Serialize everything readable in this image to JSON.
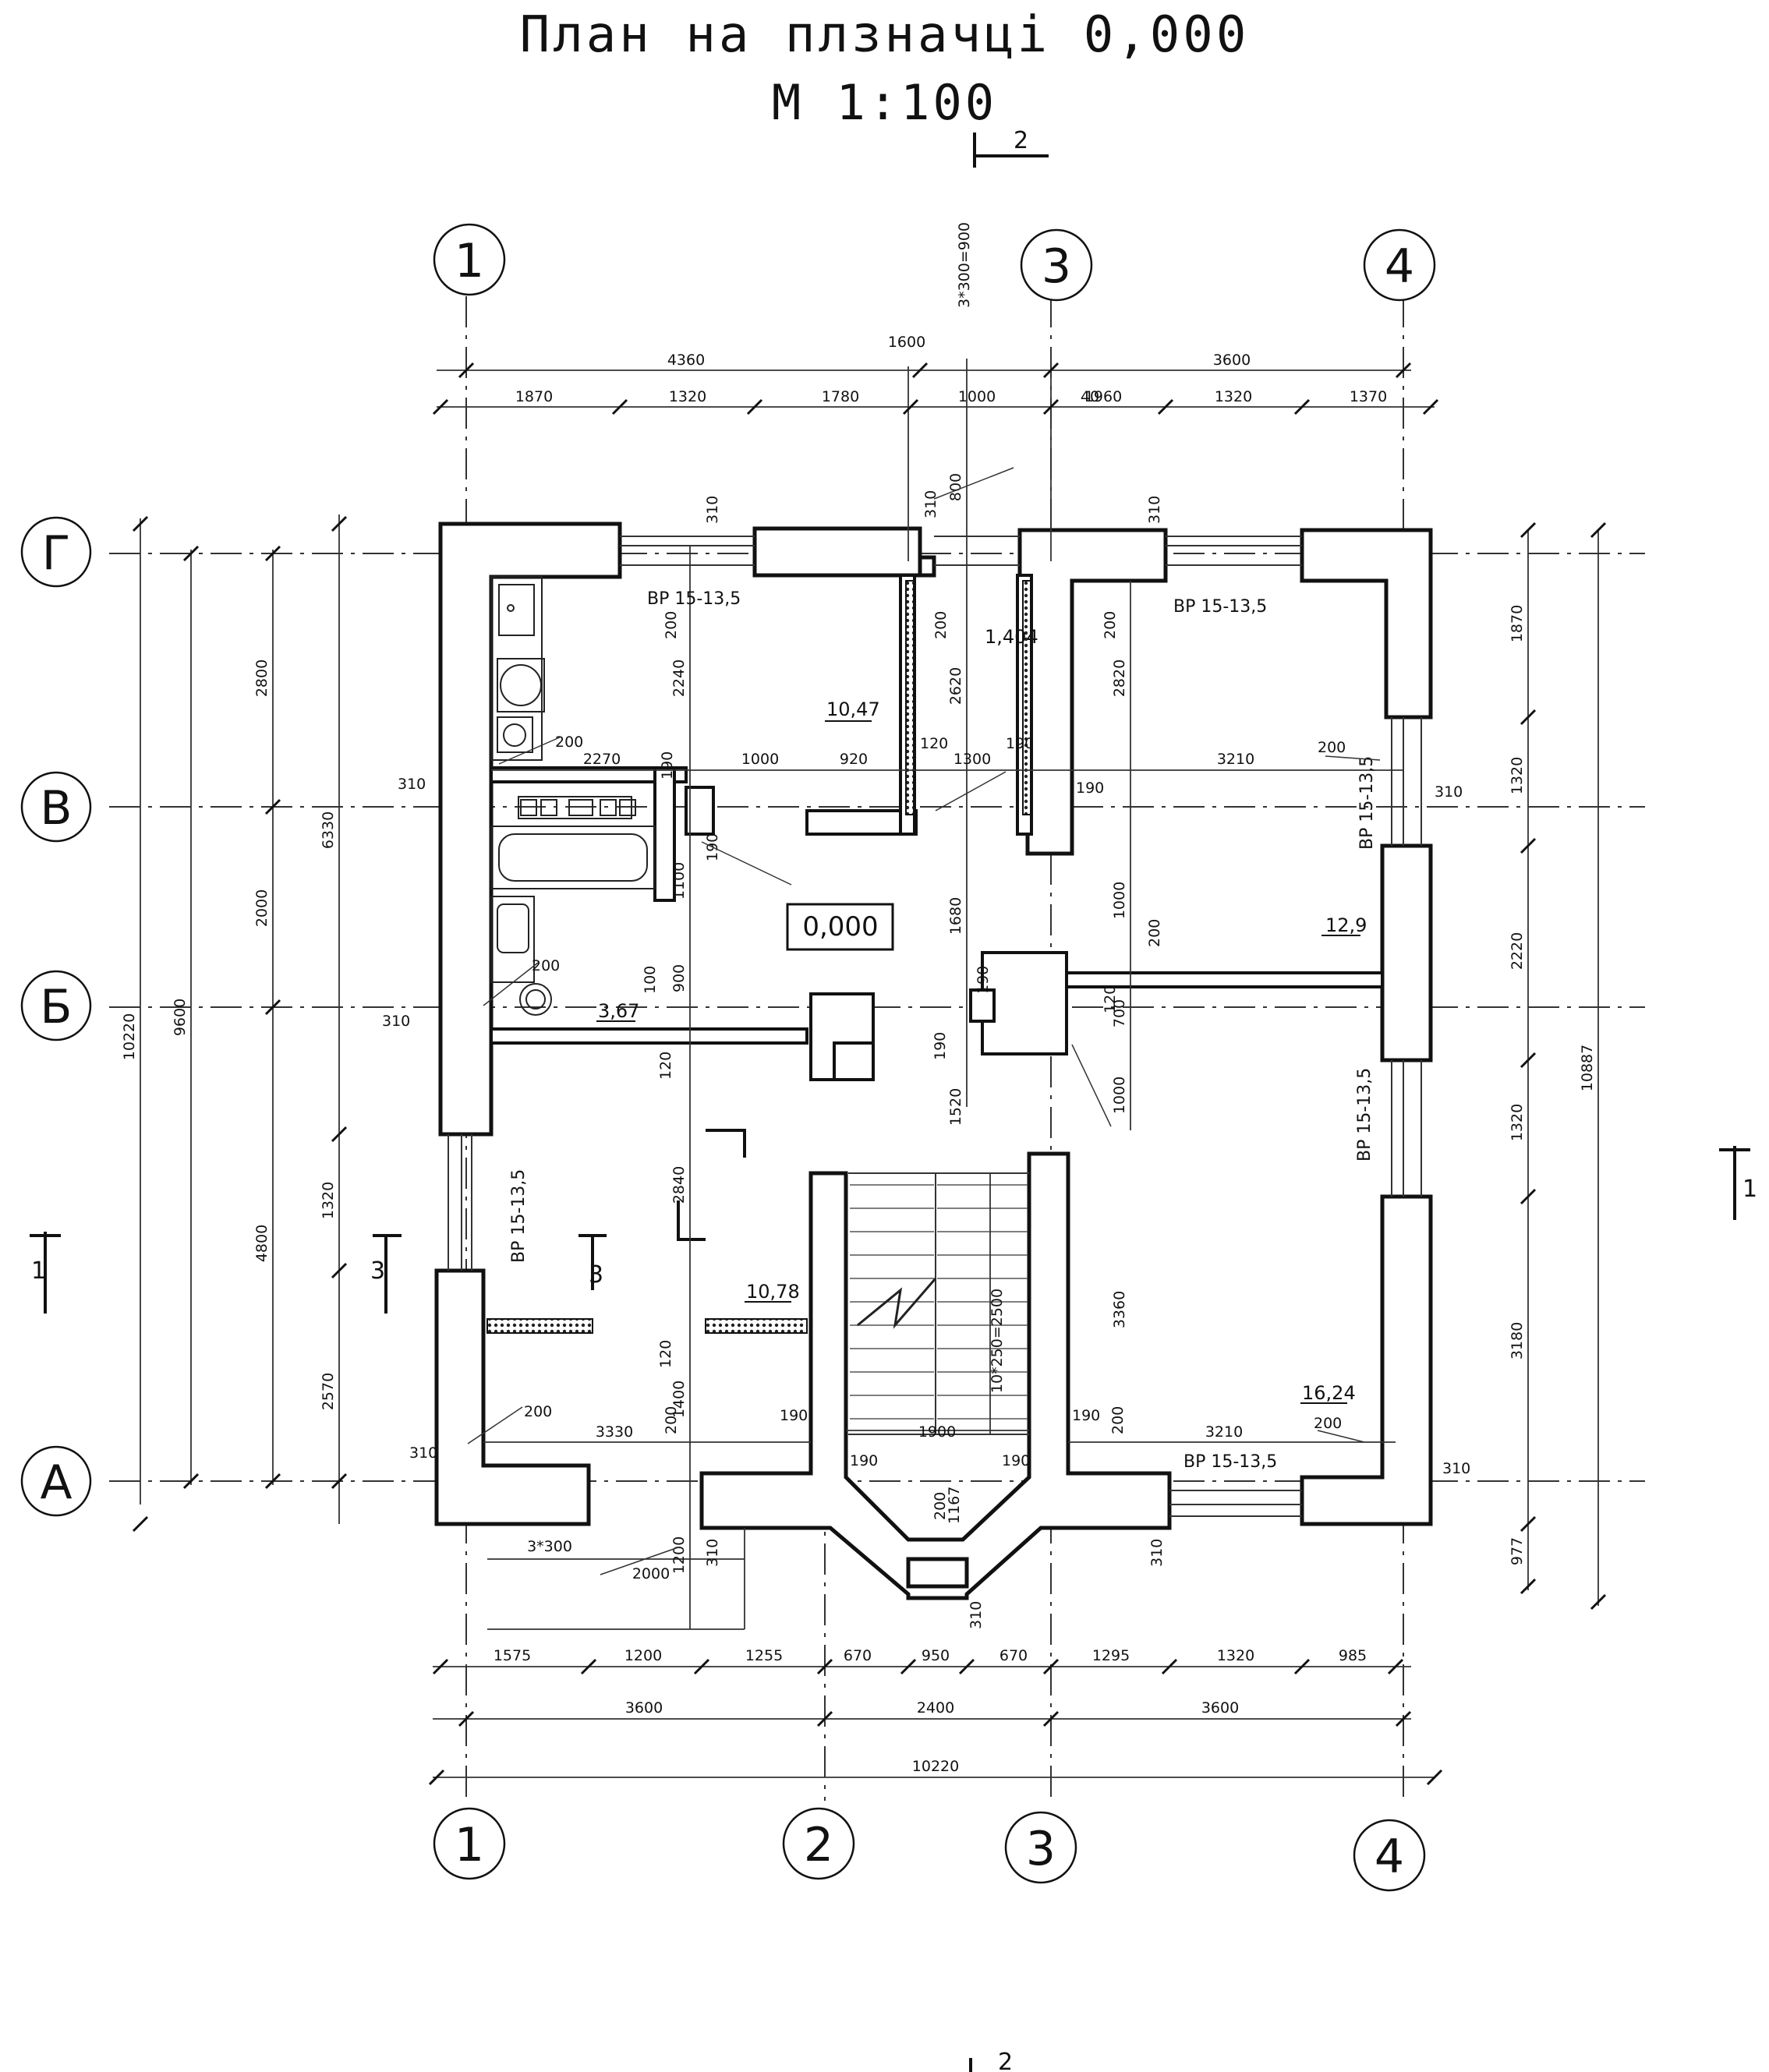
{
  "title": "План на плзначці 0,000",
  "scale": "М 1:100",
  "level_mark": "0,000",
  "axes": {
    "columns": [
      "1",
      "2",
      "3",
      "4"
    ],
    "rows": [
      "Г",
      "В",
      "Б",
      "А"
    ]
  },
  "section_marks": {
    "s1": "1",
    "s2": "2",
    "s3": "3"
  },
  "rooms": [
    {
      "area": "10,47"
    },
    {
      "area": "1,404"
    },
    {
      "area": "12,9"
    },
    {
      "area": "3,67"
    },
    {
      "area": "10,78"
    },
    {
      "area": "16,24"
    }
  ],
  "window_type": "ВР 15-13,5",
  "dims_top": {
    "overall_1": "4360",
    "overall_2": "1600",
    "overall_3": "3600",
    "stair_step": "3*300=900",
    "chain": [
      "1870",
      "1320",
      "1780",
      "1000",
      "1960",
      "1320",
      "1370"
    ],
    "small": "40"
  },
  "dims_bottom": {
    "chain": [
      "1575",
      "1200",
      "1255",
      "670",
      "950",
      "670",
      "1295",
      "1320",
      "985"
    ],
    "axes": [
      "3600",
      "2400",
      "3600"
    ],
    "overall": "10220",
    "porch": "3*300",
    "porch_len": "2000"
  },
  "dims_left": {
    "overall": "10220",
    "axes_total": "9600",
    "axes": [
      "2800",
      "2000",
      "4800"
    ],
    "chain": [
      "6330",
      "1320",
      "2570"
    ]
  },
  "dims_right": {
    "overall": "10887",
    "chain": [
      "1870",
      "1320",
      "2220",
      "1320",
      "3180",
      "977"
    ]
  },
  "dims_inner": {
    "d2270": "2270",
    "d1000a": "1000",
    "d920": "920",
    "d1300": "1300",
    "d3210a": "3210",
    "d2240": "2240",
    "d2620": "2620",
    "d2820": "2820",
    "d800": "800",
    "d1680": "1680",
    "d1520": "1520",
    "d1100": "1100",
    "d900": "900",
    "d1000b": "1000",
    "d700": "700",
    "d1000c": "1000",
    "d3360": "3360",
    "d2840": "2840",
    "d1400": "1400",
    "d1200": "1200",
    "d3330": "3330",
    "d1900": "1900",
    "d3210b": "3210",
    "d1167": "1167",
    "stair": "10*250=2500",
    "w310": "310",
    "w200": "200",
    "w190": "190",
    "w120": "120",
    "w100": "100"
  }
}
